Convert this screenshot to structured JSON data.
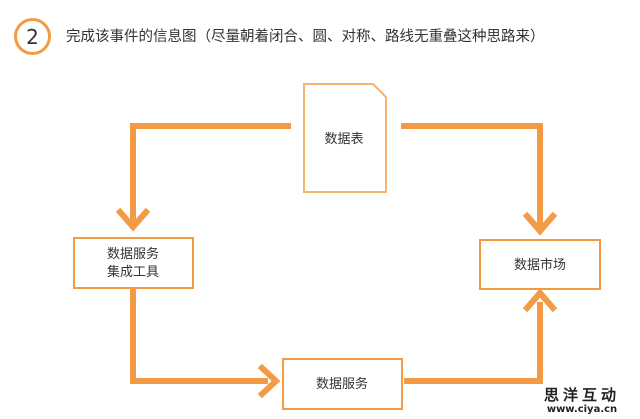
{
  "header": {
    "step_number": "2",
    "instruction": "完成该事件的信息图（尽量朝着闭合、圆、对称、路线无重叠这种思路来）"
  },
  "nodes": {
    "data_table": "数据表",
    "integration_tool_line1": "数据服务",
    "integration_tool_line2": "集成工具",
    "data_market": "数据市场",
    "data_service": "数据服务"
  },
  "watermark": {
    "brand": "思洋互动",
    "url": "www.ciya.cn"
  },
  "colors": {
    "accent": "#f39a45",
    "node_border": "#f39a45",
    "document_border": "#f5b270",
    "text": "#333333"
  }
}
